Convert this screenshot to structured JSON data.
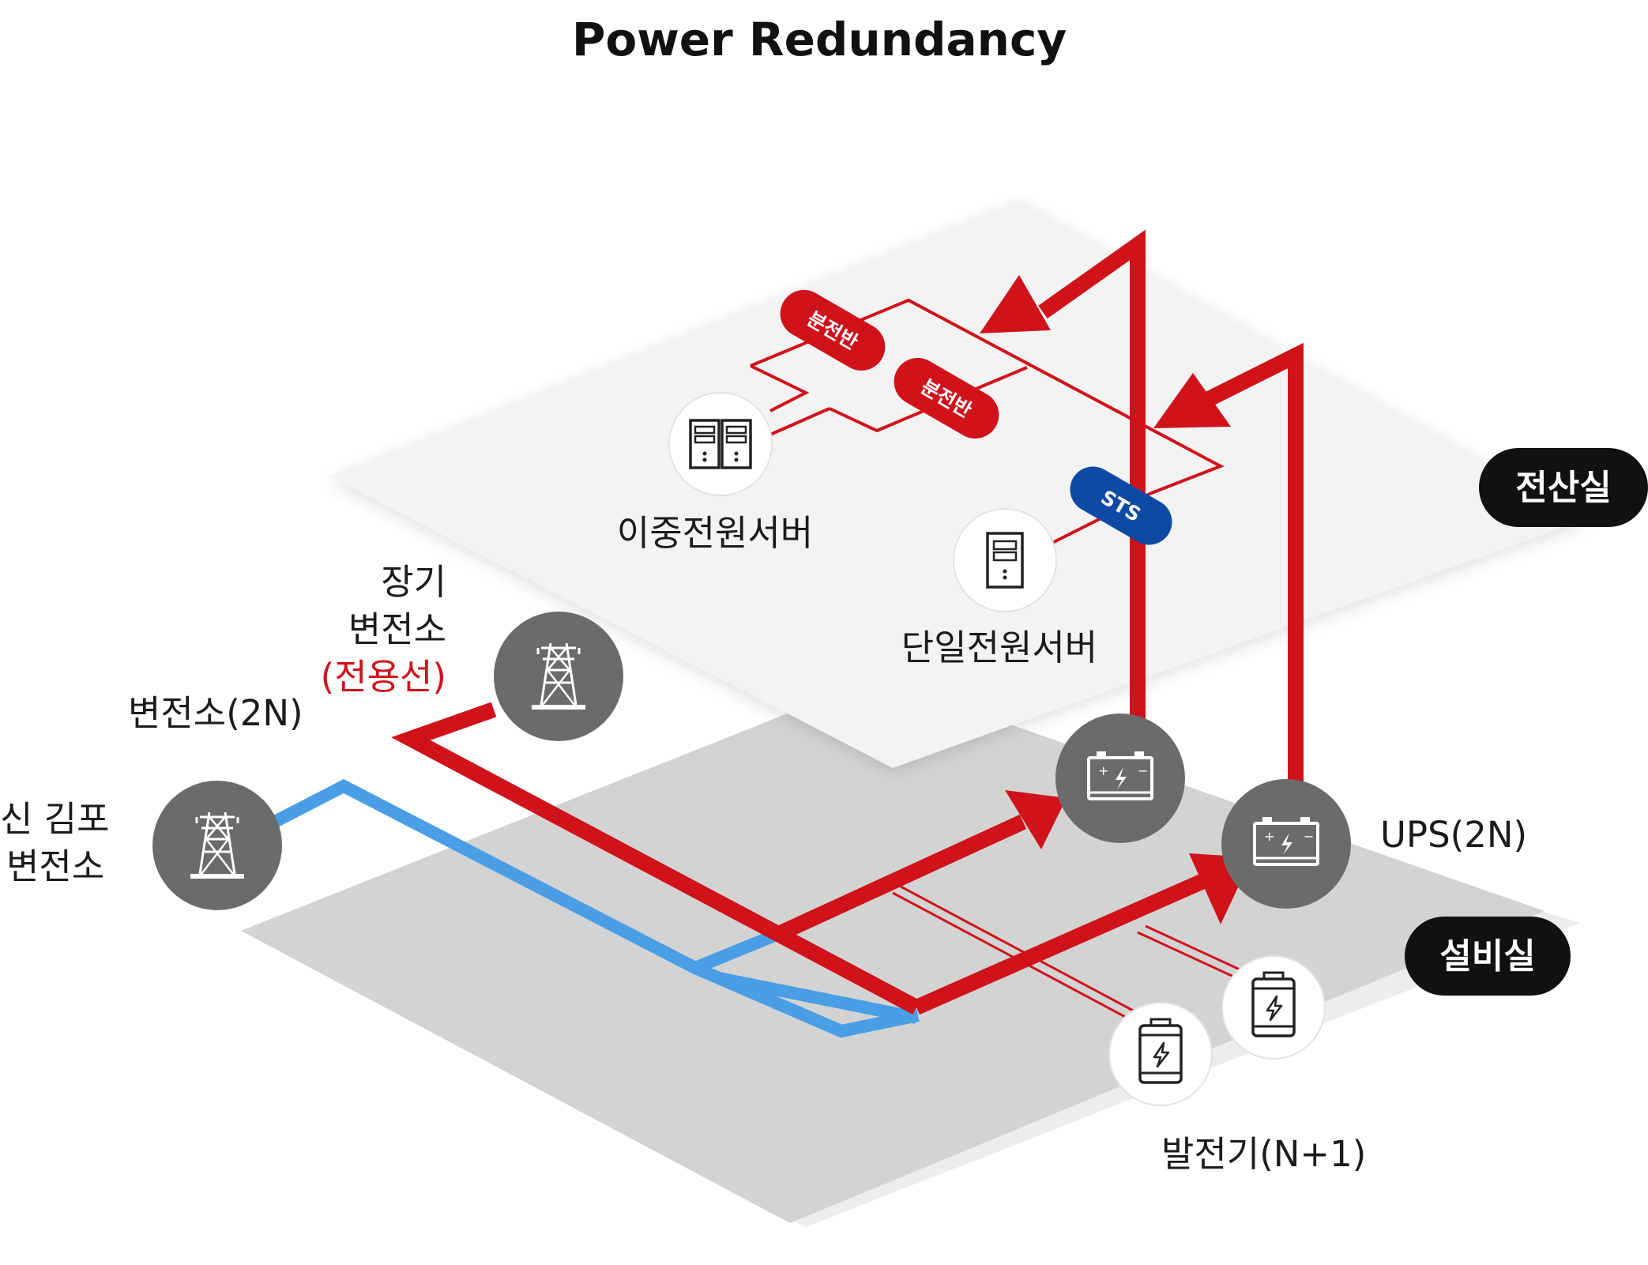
{
  "title": "Power Redundancy",
  "rooms": {
    "server_room": "전산실",
    "facility_room": "설비실"
  },
  "substations": {
    "sinkimpo_line1": "신 김포",
    "sinkimpo_line2": "변전소",
    "group_label": "변전소(2N)",
    "janggi_line1": "장기",
    "janggi_line2": "변전소",
    "janggi_dedicated": "(전용선)"
  },
  "equipment": {
    "ups": "UPS(2N)",
    "generator": "발전기(N+1)",
    "dual_server": "이중전원서버",
    "single_server": "단일전원서버",
    "panel_1": "분전반",
    "panel_2": "분전반",
    "sts": "STS"
  },
  "colors": {
    "red_line": "#d0121b",
    "blue_line": "#4a9ee6",
    "sts_blue": "#0e4aa3",
    "icon_gray": "#6b6b6b",
    "badge_black": "#111111"
  },
  "icons": [
    "power-tower-icon",
    "battery-icon",
    "server-rack-icon",
    "server-icon",
    "generator-battery-icon"
  ]
}
